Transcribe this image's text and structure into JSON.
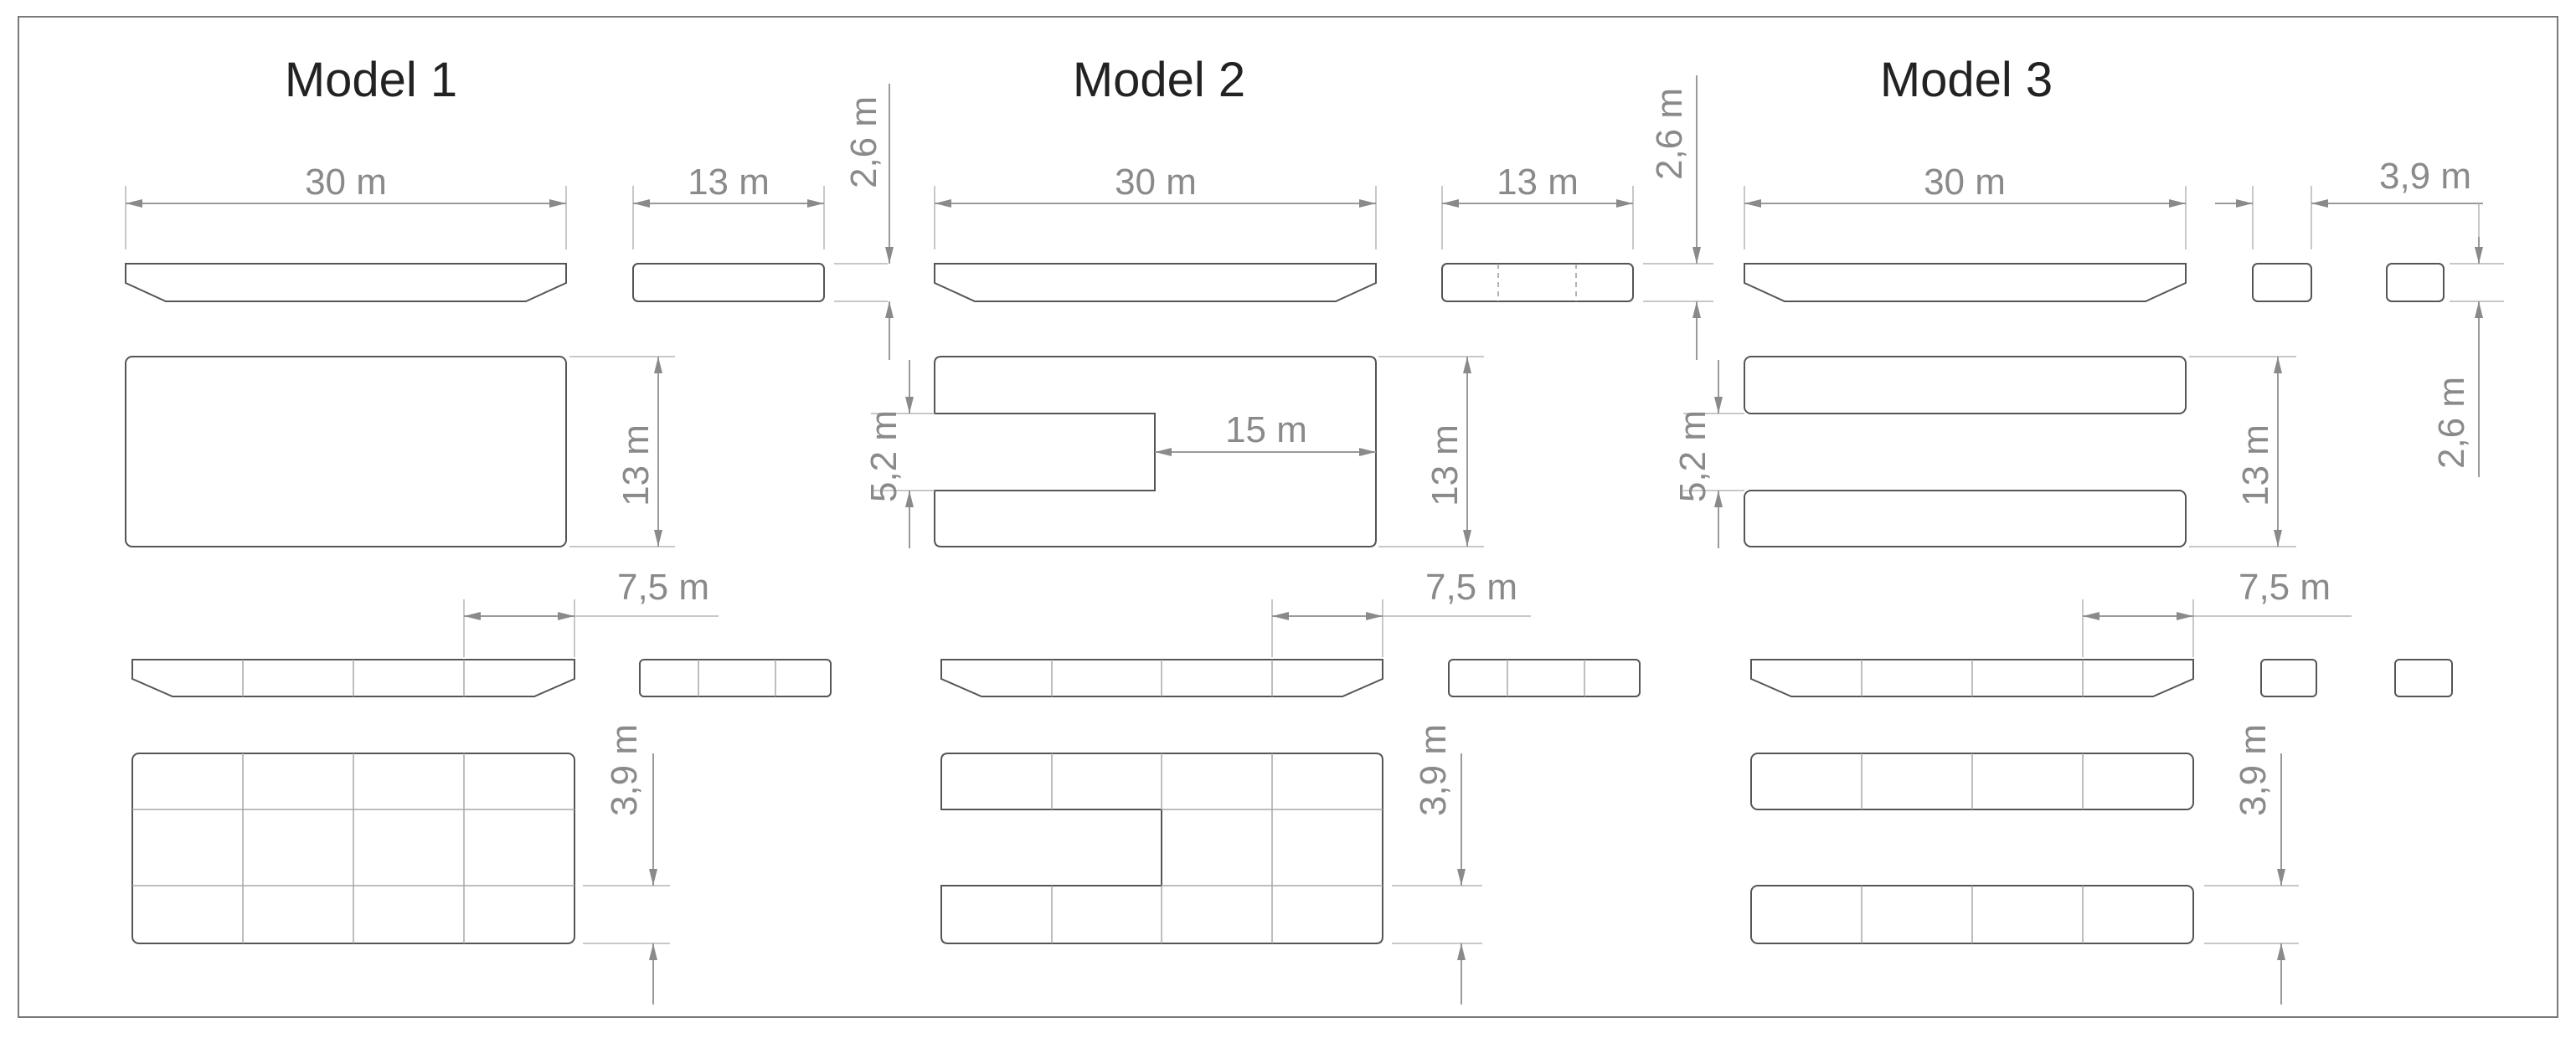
{
  "models": [
    {
      "title": "Model 1"
    },
    {
      "title": "Model 2"
    },
    {
      "title": "Model 3"
    }
  ],
  "dims": {
    "m1_length": "30 m",
    "m1_width_top": "13 m",
    "m1_height": "2,6 m",
    "m1_width": "13 m",
    "m1_segment": "7,5 m",
    "m1_thickness": "3,9 m",
    "m2_length": "30 m",
    "m2_width_top": "13 m",
    "m2_height": "2,6 m",
    "m2_slot_width": "5,2 m",
    "m2_slot_depth": "15 m",
    "m2_width": "13 m",
    "m2_segment": "7,5 m",
    "m2_thickness": "3,9 m",
    "m3_length": "30 m",
    "m3_gap": "3,9 m",
    "m3_height": "2,6 m",
    "m3_slot_width": "5,2 m",
    "m3_width": "13 m",
    "m3_segment": "7,5 m",
    "m3_thickness": "3,9 m"
  },
  "colors": {
    "outline": "#555555",
    "dimension": "#8a8a8a",
    "title": "#222222"
  }
}
